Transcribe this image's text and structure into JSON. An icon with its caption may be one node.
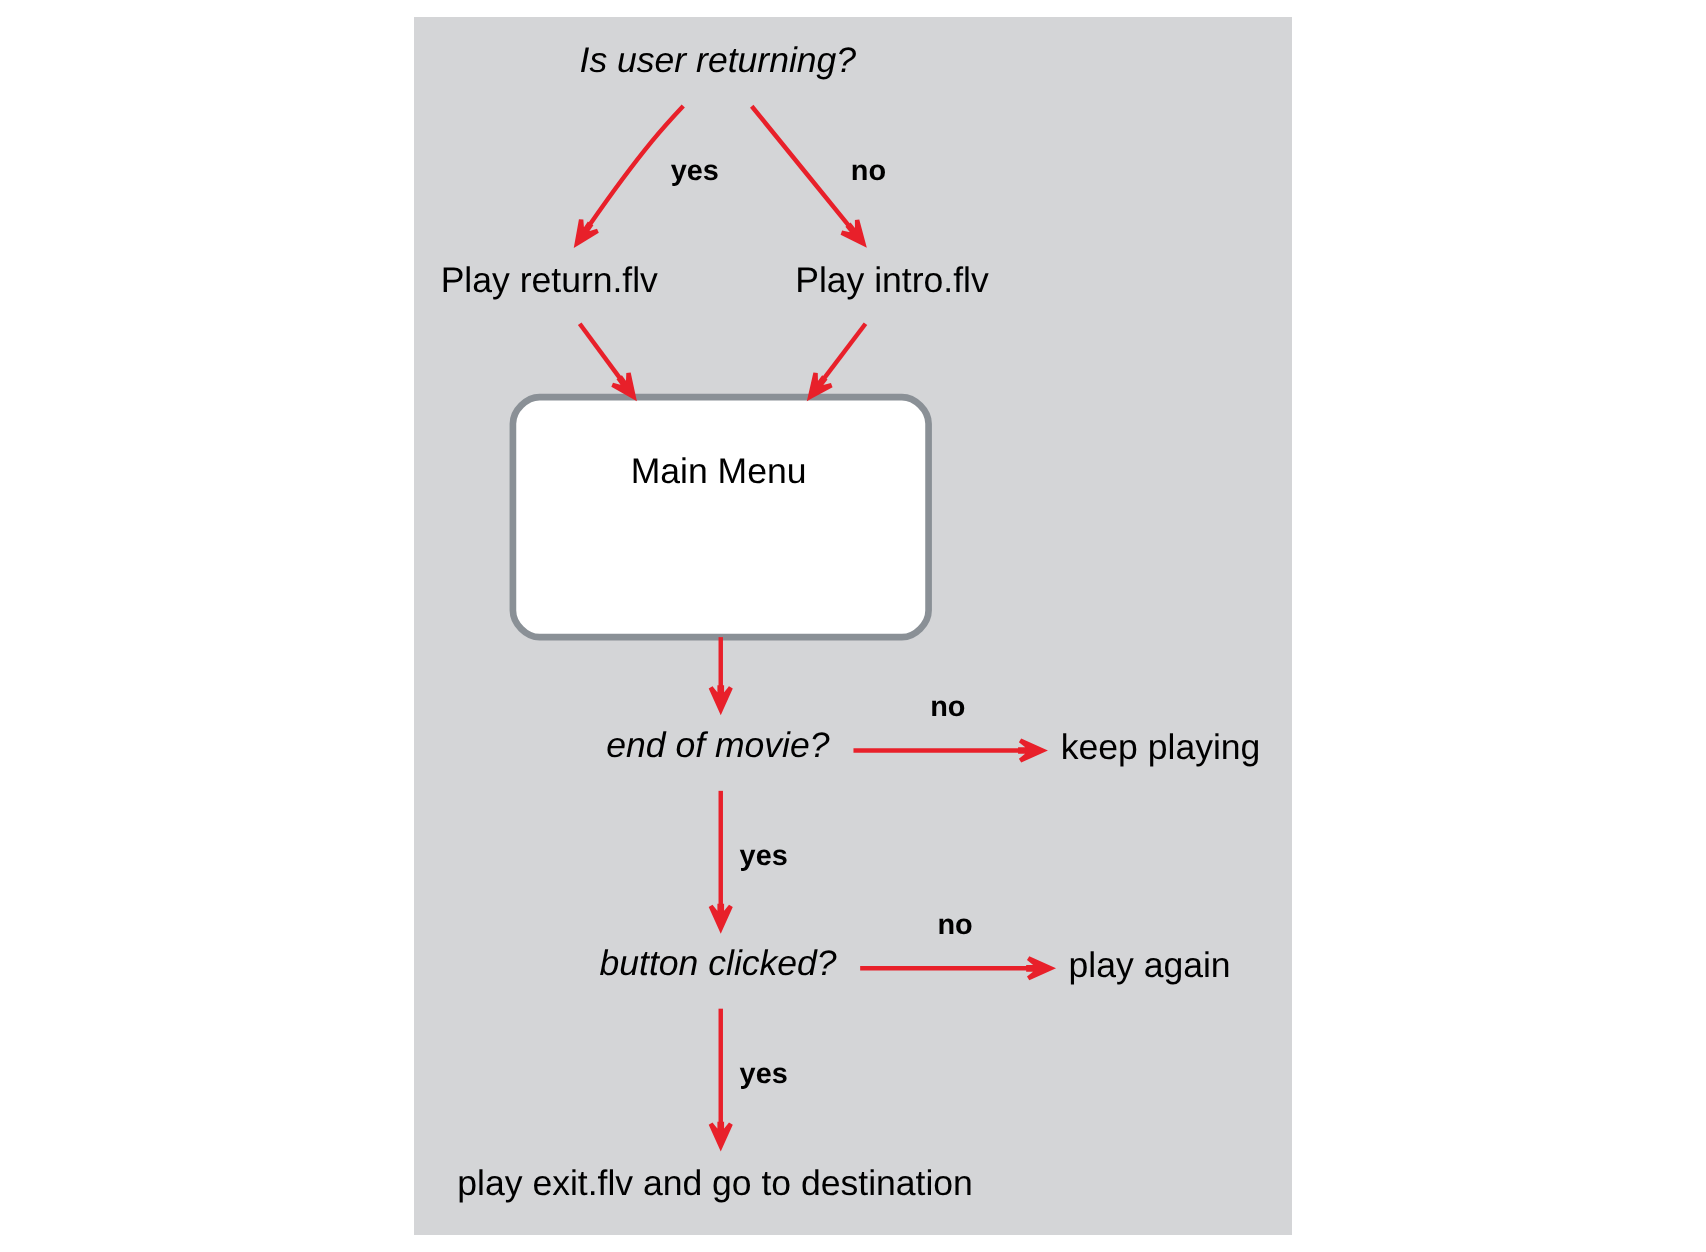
{
  "diagram": {
    "nodes": [
      {
        "text": [
          "Is user returning?"
        ]
      },
      {
        "text": [
          "Play return.flv"
        ]
      },
      {
        "text": [
          "Play intro.flv"
        ]
      },
      {
        "text": [
          "Main Menu"
        ]
      },
      {
        "text": [
          "end of movie?"
        ]
      },
      {
        "text": [
          "keep playing"
        ]
      },
      {
        "text": [
          "button clicked?"
        ]
      },
      {
        "text": [
          "play again"
        ]
      },
      {
        "text": [
          "play exit.flv and go to destination"
        ]
      }
    ],
    "edges": [
      {
        "from": 0,
        "to": 1,
        "arrow": "to",
        "label": "yes"
      },
      {
        "from": 0,
        "to": 2,
        "arrow": "to",
        "label": "no"
      },
      {
        "from": 1,
        "to": 3,
        "arrow": "to"
      },
      {
        "from": 2,
        "to": 3,
        "arrow": "to"
      },
      {
        "from": 3,
        "to": 4,
        "arrow": "to"
      },
      {
        "from": 4,
        "to": 5,
        "arrow": "to",
        "label": "no"
      },
      {
        "from": 4,
        "to": 6,
        "arrow": "to",
        "label": "yes"
      },
      {
        "from": 6,
        "to": 7,
        "arrow": "to",
        "label": "no"
      },
      {
        "from": 6,
        "to": 8,
        "arrow": "to",
        "label": "yes"
      }
    ]
  }
}
